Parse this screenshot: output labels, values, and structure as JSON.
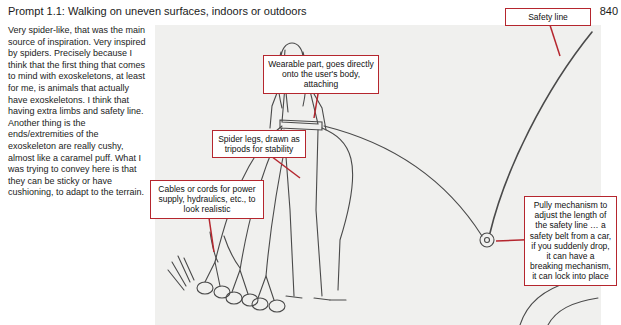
{
  "diagram": {
    "title": "Prompt 1.1: Walking on uneven surfaces, indoors or outdoors",
    "nodes": [
      {
        "text": [
          "Safety line"
        ]
      },
      {
        "text": [
          "Wearable part, goes directly onto the user's body, attaching"
        ]
      },
      {
        "text": [
          "Spider legs, drawn as tripods for stability"
        ]
      },
      {
        "text": [
          "Cables or cords for power supply, hydraulics, etc., to look realistic"
        ]
      },
      {
        "text": [
          "Pully mechanism to adjust the length of the safety line … a safety belt from a car, if you suddenly drop, it can have a breaking mechanism, it can lock into place"
        ]
      }
    ],
    "labels": [
      "840",
      "Very spider-like, that was the main source of inspiration. Very inspired by spiders. Precisely because I think that the first thing that comes to mind with exoskeletons, at least for me, is animals that actually have exoskeletons. I think that having extra limbs and safety line. Another thing is the ends/extremities of the exoskeleton are really cushy, almost like a caramel puff. What I was trying to convey here is that they can be sticky or have cushioning, to adapt to the terrain."
    ]
  }
}
